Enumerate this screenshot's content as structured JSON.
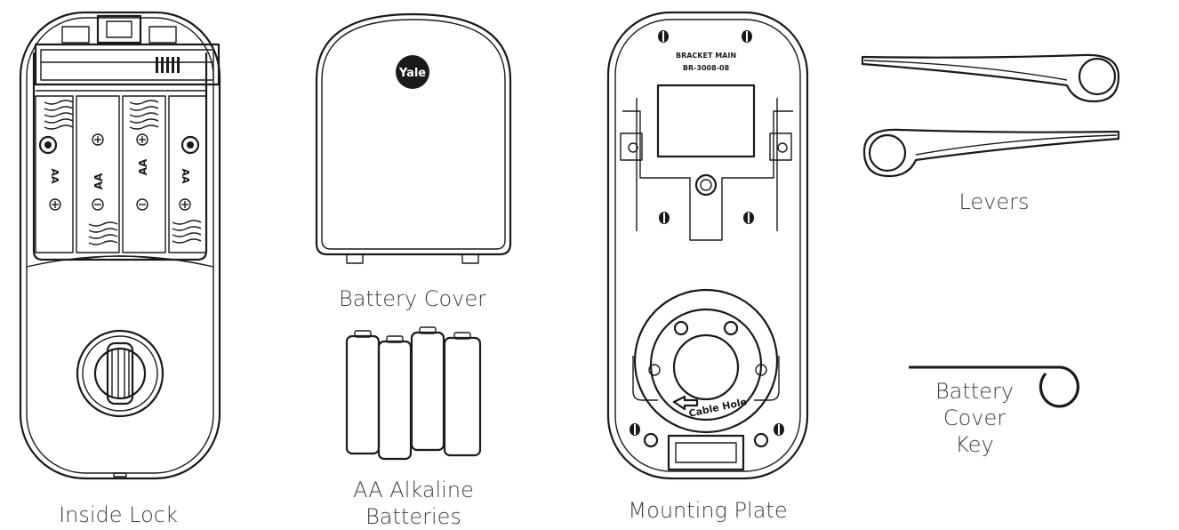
{
  "labels": {
    "inside_lock": "Inside Lock",
    "battery_cover": "Battery Cover",
    "aa_batteries_line1": "AA Alkaline",
    "aa_batteries_line2": "Batteries",
    "mounting_plate": "Mounting Plate",
    "levers": "Levers",
    "battery_cover_key_line1": "Battery",
    "battery_cover_key_line2": "Cover",
    "battery_cover_key_line3": "Key"
  },
  "inline_text": {
    "yale_logo": "Yale",
    "battery_aa": "AA",
    "plus": "⊕",
    "minus": "⊖",
    "bracket_main": "BRACKET MAIN",
    "part_number": "BR-3008-08",
    "cable_hole": "Cable Hole"
  }
}
